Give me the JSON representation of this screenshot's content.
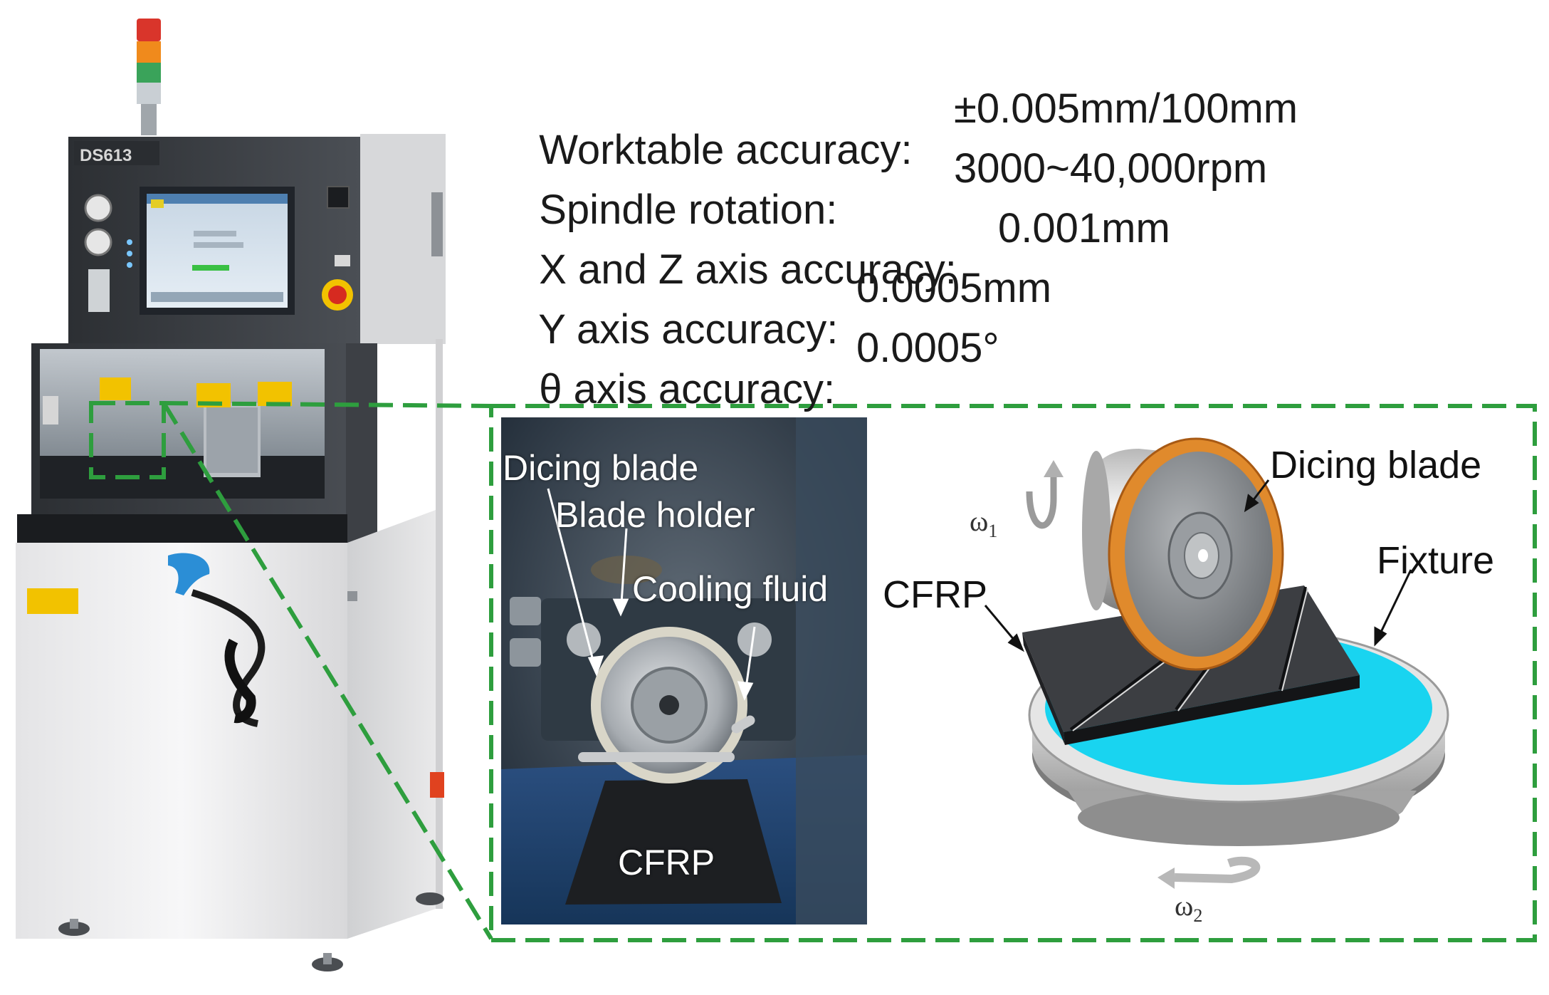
{
  "machine": {
    "model_plate": "DS613"
  },
  "specs": [
    {
      "label": "Worktable accuracy:",
      "value": "±0.005mm/100mm"
    },
    {
      "label": "Spindle rotation:",
      "value": "3000~40,000rpm"
    },
    {
      "label": "X and Z axis accuracy:",
      "value": "0.001mm"
    },
    {
      "label": "Y axis accuracy:",
      "value": "0.0005mm"
    },
    {
      "label": "θ axis accuracy:",
      "value": "0.0005°"
    }
  ],
  "photo_labels": {
    "dicing_blade": "Dicing blade",
    "blade_holder": "Blade holder",
    "cooling_fluid": "Cooling fluid",
    "cfrp": "CFRP"
  },
  "render_labels": {
    "dicing_blade": "Dicing blade",
    "fixture": "Fixture",
    "cfrp": "CFRP",
    "omega1": "ω",
    "omega1_sub": "1",
    "omega2": "ω",
    "omega2_sub": "2"
  },
  "colors": {
    "zoom_frame": "#2e9e3e",
    "fixture_top": "#19d4f0",
    "blade_ring": "#e08a2c",
    "machine_body": "#f0f0f0",
    "machine_dark": "#3a3d42",
    "warning_yellow": "#f2c200"
  }
}
